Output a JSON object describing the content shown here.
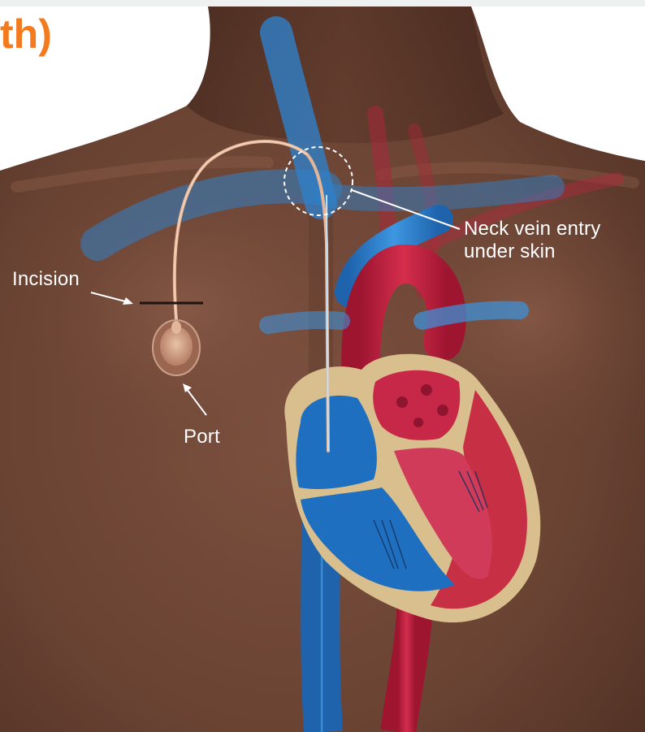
{
  "title": "th)",
  "labels": {
    "neck_line1": "Neck vein entry",
    "neck_line2": "under skin",
    "incision": "Incision",
    "port": "Port"
  },
  "colors": {
    "title": "#f47a20",
    "skin": "#6b4434",
    "vein_blue": "#2f7fc8",
    "artery_red": "#c41f3d",
    "heart_tissue": "#d9bf8e",
    "label_text": "#ffffff"
  }
}
